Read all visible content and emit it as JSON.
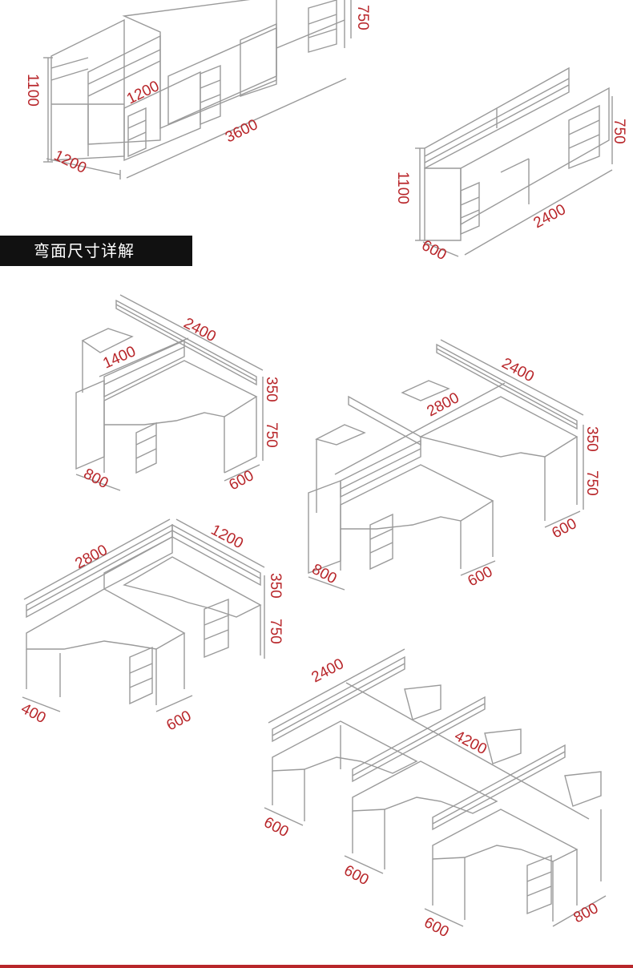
{
  "section_title": "弯面尺寸详解",
  "colors": {
    "dimension_text": "#b8262a",
    "line": "#9a9a9a",
    "label_bg": "#111111"
  },
  "group1": {
    "height": "1100",
    "width": "3600",
    "cubicle_width": "1200",
    "depth": "1200",
    "desk_height": "750"
  },
  "group2": {
    "height": "1100",
    "width": "2400",
    "depth": "600",
    "desk_height": "750"
  },
  "group3": {
    "length": "2400",
    "inner": "1400",
    "screen": "350",
    "desk_height": "750",
    "depth_left": "800",
    "depth_right": "600"
  },
  "group4": {
    "length": "2400",
    "diagonal": "2800",
    "screen": "350",
    "desk_height": "750",
    "depth_right": "600",
    "depth_front_left": "800",
    "depth_front_right": "600"
  },
  "group5": {
    "length": "2800",
    "width": "1200",
    "screen": "350",
    "desk_height": "750",
    "depth_left": "400",
    "depth_right": "600"
  },
  "group6": {
    "length": "2400",
    "diagonal": "4200",
    "depth_1": "600",
    "depth_2": "600",
    "depth_3": "600",
    "depth_side": "800"
  }
}
